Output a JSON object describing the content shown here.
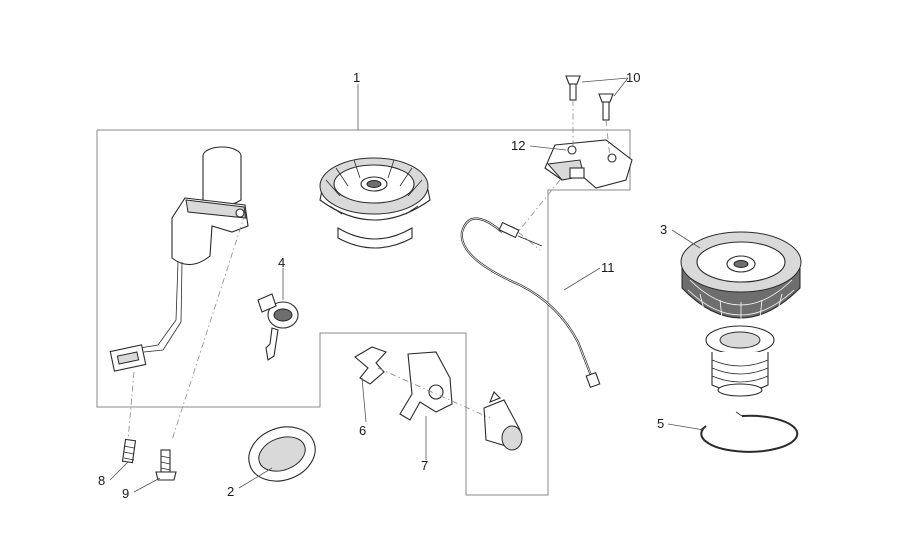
{
  "callouts": [
    {
      "id": "1",
      "text": "1"
    },
    {
      "id": "2",
      "text": "2"
    },
    {
      "id": "3",
      "text": "3"
    },
    {
      "id": "4",
      "text": "4"
    },
    {
      "id": "5",
      "text": "5"
    },
    {
      "id": "6",
      "text": "6"
    },
    {
      "id": "7",
      "text": "7"
    },
    {
      "id": "8",
      "text": "8"
    },
    {
      "id": "9",
      "text": "9"
    },
    {
      "id": "10",
      "text": "10"
    },
    {
      "id": "11",
      "text": "11"
    },
    {
      "id": "12",
      "text": "12"
    }
  ],
  "colors": {
    "line": "#2a2a2a",
    "frame": "#8a8a8a",
    "background": "#ffffff"
  }
}
